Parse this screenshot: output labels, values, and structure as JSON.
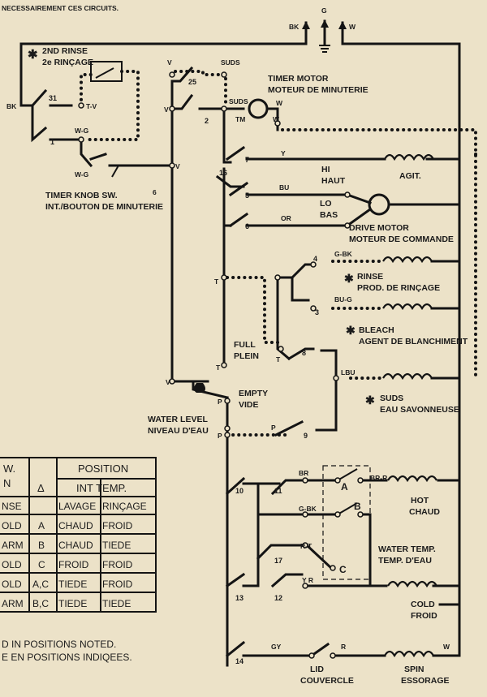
{
  "header": {
    "note": "NECESSAIREMENT CES CIRCUITS."
  },
  "top_terminals": {
    "bk": "BK",
    "g": "G",
    "w": "W"
  },
  "second_rinse": {
    "line1": "2ND RINSE",
    "line2": "2e RINÇAGE"
  },
  "timer_knob": {
    "line1": "TIMER KNOB SW.",
    "line2": "INT./BOUTON DE MINUTERIE",
    "mark": "6"
  },
  "timer_motor": {
    "line1": "TIMER MOTOR",
    "line2": "MOTEUR DE MINUTERIE"
  },
  "contacts": {
    "c31": "31",
    "c1": "1",
    "c25": "25",
    "c2": "2",
    "c16": "16",
    "c7": "7",
    "c5": "5",
    "c6": "6",
    "c4": "4",
    "c3": "3",
    "c8": "8",
    "c9": "9",
    "c10": "10",
    "c11": "11",
    "c17": "17",
    "c12": "12",
    "c13": "13",
    "c14": "14"
  },
  "wires": {
    "tv": "T-V",
    "wg": "W-G",
    "wg2": "W-G",
    "v1": "V",
    "v2": "V",
    "v3": "V",
    "v4": "V",
    "suds": "SUDS",
    "suds2": "SUDS",
    "tm": "TM",
    "w1": "W",
    "w2": "W",
    "y": "Y",
    "bu": "BU",
    "or": "OR",
    "gbk": "G-BK",
    "bug": "BU-G",
    "t1": "T",
    "t2": "T",
    "t3": "T",
    "lbu": "LBU",
    "p1": "P",
    "p2": "P",
    "p3": "P",
    "br": "BR",
    "brr": "BR-R",
    "gbk2": "G-BK",
    "rt": "R-T",
    "yr": "Y R",
    "gy": "GY",
    "r": "R",
    "w3": "W",
    "bk1": "BK"
  },
  "agit": {
    "hi1": "HI",
    "hi2": "HAUT",
    "lo1": "LO",
    "lo2": "BAS",
    "label": "AGIT."
  },
  "drive_motor": {
    "line1": "DRIVE MOTOR",
    "line2": "MOTEUR DE COMMANDE"
  },
  "rinse": {
    "line1": "RINSE",
    "line2": "PROD. DE RINÇAGE"
  },
  "bleach": {
    "line1": "BLEACH",
    "line2": "AGENT DE BLANCHIMENT"
  },
  "suds_disp": {
    "line1": "SUDS",
    "line2": "EAU SAVONNEUSE"
  },
  "full": {
    "line1": "FULL",
    "line2": "PLEIN"
  },
  "empty": {
    "line1": "EMPTY",
    "line2": "VIDE"
  },
  "water_level": {
    "line1": "WATER LEVEL",
    "line2": "NIVEAU D'EAU"
  },
  "hot": {
    "line1": "HOT",
    "line2": "CHAUD"
  },
  "water_temp": {
    "line1": "WATER TEMP.",
    "line2": "TEMP. D'EAU",
    "a": "A",
    "b": "B",
    "c": "C"
  },
  "cold": {
    "line1": "COLD",
    "line2": "FROID"
  },
  "lid": {
    "line1": "LID",
    "line2": "COUVERCLE"
  },
  "spin": {
    "line1": "SPIN",
    "line2": "ESSORAGE"
  },
  "star": "✱",
  "table": {
    "head_left1": "W.",
    "head_left2": "N",
    "head_triangle": "Δ",
    "head_pos1": "POSITION",
    "head_pos2": "INT TEMP.",
    "sub_left": "NSE",
    "sub_lavage": "LAVAGE",
    "sub_rincage": "RINÇAGE",
    "rows": [
      {
        "left": "OLD",
        "pos": "A",
        "lavage": "CHAUD",
        "rincage": "FROID"
      },
      {
        "left": "ARM",
        "pos": "B",
        "lavage": "CHAUD",
        "rincage": "TIEDE"
      },
      {
        "left": "OLD",
        "pos": "C",
        "lavage": "FROID",
        "rincage": "FROID"
      },
      {
        "left": "OLD",
        "pos": "A,C",
        "lavage": "TIEDE",
        "rincage": "FROID"
      },
      {
        "left": "ARM",
        "pos": "B,C",
        "lavage": "TIEDE",
        "rincage": "TIEDE"
      }
    ]
  },
  "footnote": {
    "line1": "D IN POSITIONS NOTED.",
    "line2": "E EN POSITIONS INDIQEES."
  }
}
